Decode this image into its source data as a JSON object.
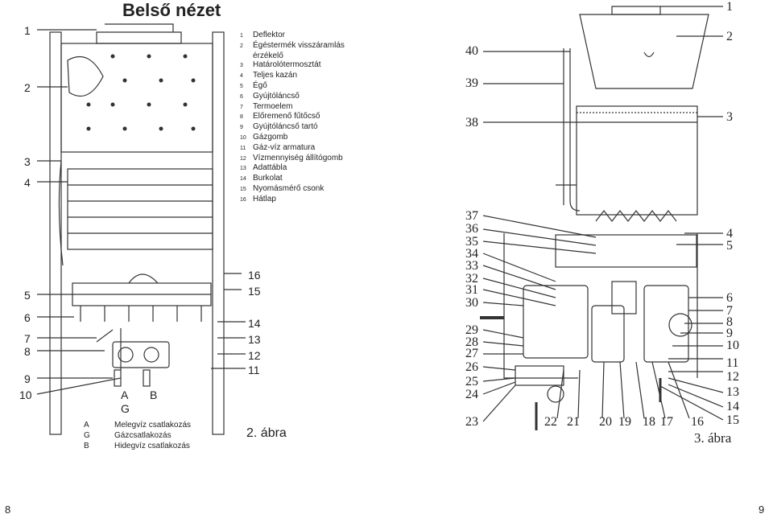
{
  "page_title": "Belső nézet",
  "legend": [
    {
      "num": "1",
      "text": "Deflektor"
    },
    {
      "num": "2",
      "text": "Égéstermék visszáramlás"
    },
    {
      "num": "",
      "text": "érzékelő"
    },
    {
      "num": "3",
      "text": "Határolótermosztát"
    },
    {
      "num": "4",
      "text": "Teljes kazán"
    },
    {
      "num": "5",
      "text": "Égő"
    },
    {
      "num": "6",
      "text": "Gyújtóláncső"
    },
    {
      "num": "7",
      "text": "Termoelem"
    },
    {
      "num": "8",
      "text": "Előremenő fűtőcső"
    },
    {
      "num": "9",
      "text": "Gyújtóláncső tartó"
    },
    {
      "num": "10",
      "text": "Gázgomb"
    },
    {
      "num": "11",
      "text": "Gáz-víz armatura"
    },
    {
      "num": "12",
      "text": "Vízmennyiség állítógomb"
    },
    {
      "num": "13",
      "text": "Adattábla"
    },
    {
      "num": "14",
      "text": "Burkolat"
    },
    {
      "num": "15",
      "text": "Nyomásmérő csonk"
    },
    {
      "num": "16",
      "text": "Hátlap"
    }
  ],
  "fig2_left_labels": [
    "1",
    "2",
    "3",
    "4",
    "5",
    "6",
    "7",
    "8",
    "9",
    "10"
  ],
  "fig2_right_labels": [
    "16",
    "15",
    "14",
    "13",
    "12",
    "11"
  ],
  "fig2_bottom_labels": [
    "A",
    "B",
    "G"
  ],
  "connections": [
    {
      "key": "A",
      "text": "Melegvíz csatlakozás"
    },
    {
      "key": "G",
      "text": "Gázcsatlakozás"
    },
    {
      "key": "B",
      "text": "Hidegvíz csatlakozás"
    }
  ],
  "fig2_caption": "2. ábra",
  "fig3_right_labels": [
    "1",
    "2",
    "3",
    "4",
    "5",
    "6",
    "7",
    "8",
    "9",
    "10",
    "11",
    "12",
    "13",
    "14",
    "15"
  ],
  "fig3_left_labels": [
    "40",
    "39",
    "38",
    "37",
    "36",
    "35",
    "34",
    "33",
    "32",
    "31",
    "30",
    "29",
    "28",
    "27",
    "26",
    "25",
    "24",
    "23"
  ],
  "fig3_bottom_labels": [
    "22",
    "21",
    "20",
    "19",
    "18",
    "17",
    "16"
  ],
  "fig3_caption": "3. ábra",
  "page_left": "8",
  "page_right": "9"
}
